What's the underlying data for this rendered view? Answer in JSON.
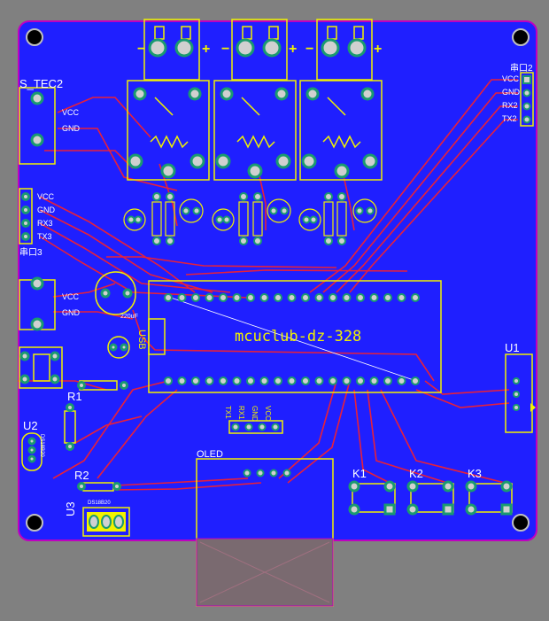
{
  "board": {
    "title": "mcuclub-dz-328",
    "usb_label": "USB",
    "colors": {
      "background": "#808080",
      "board": "#1f1fff",
      "trace": "#e8203a",
      "silk": "#f2f200",
      "outline": "#c000c0"
    }
  },
  "designators": {
    "s_tec2": "S_TEC2",
    "serial2": "串口2",
    "serial3": "串口3",
    "u1": "U1",
    "u2": "U2",
    "u3": "U3",
    "r1": "R1",
    "r2": "R2",
    "k1": "K1",
    "k2": "K2",
    "k3": "K3",
    "oled": "OLED"
  },
  "pins": {
    "serial2": [
      "VCC",
      "GND",
      "RX2",
      "TX2"
    ],
    "serial3": [
      "VCC",
      "GND",
      "RX3",
      "TX3"
    ],
    "tec": [
      "VCC",
      "GND"
    ],
    "tec_lower": [
      "VCC",
      "GND"
    ],
    "uart_header": [
      "TX1",
      "RX1",
      "GND",
      "VCC"
    ]
  },
  "parts": {
    "cap_value": "220uF",
    "regulator": "DS18B20",
    "u3_part": "DS18B20"
  }
}
